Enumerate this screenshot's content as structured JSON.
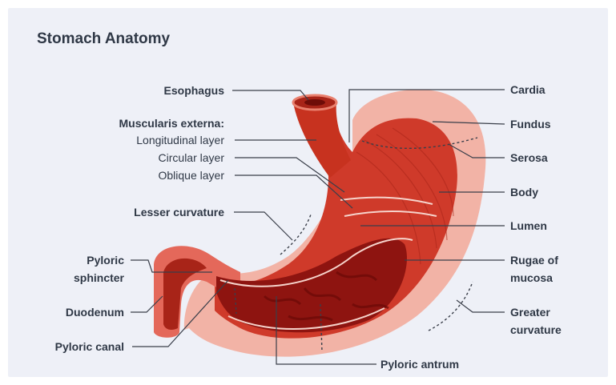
{
  "title": "Stomach Anatomy",
  "labels": {
    "esophagus": "Esophagus",
    "muscularis_externa": "Muscularis externa:",
    "longitudinal_layer": "Longitudinal layer",
    "circular_layer": "Circular layer",
    "oblique_layer": "Oblique layer",
    "lesser_curvature": "Lesser curvature",
    "pyloric_sphincter_1": "Pyloric",
    "pyloric_sphincter_2": "sphincter",
    "duodenum": "Duodenum",
    "pyloric_canal": "Pyloric canal",
    "cardia": "Cardia",
    "fundus": "Fundus",
    "serosa": "Serosa",
    "body": "Body",
    "lumen": "Lumen",
    "rugae_1": "Rugae of",
    "rugae_2": "mucosa",
    "greater_curvature_1": "Greater",
    "greater_curvature_2": "curvature",
    "pyloric_antrum": "Pyloric antrum"
  },
  "colors": {
    "background": "#eef0f7",
    "serosa": "#f2b3a6",
    "muscle": "#cf3a2a",
    "muscle_dark": "#a82418",
    "lumen": "#8e1410",
    "text": "#2f3846",
    "leader": "#3a3f4a"
  }
}
